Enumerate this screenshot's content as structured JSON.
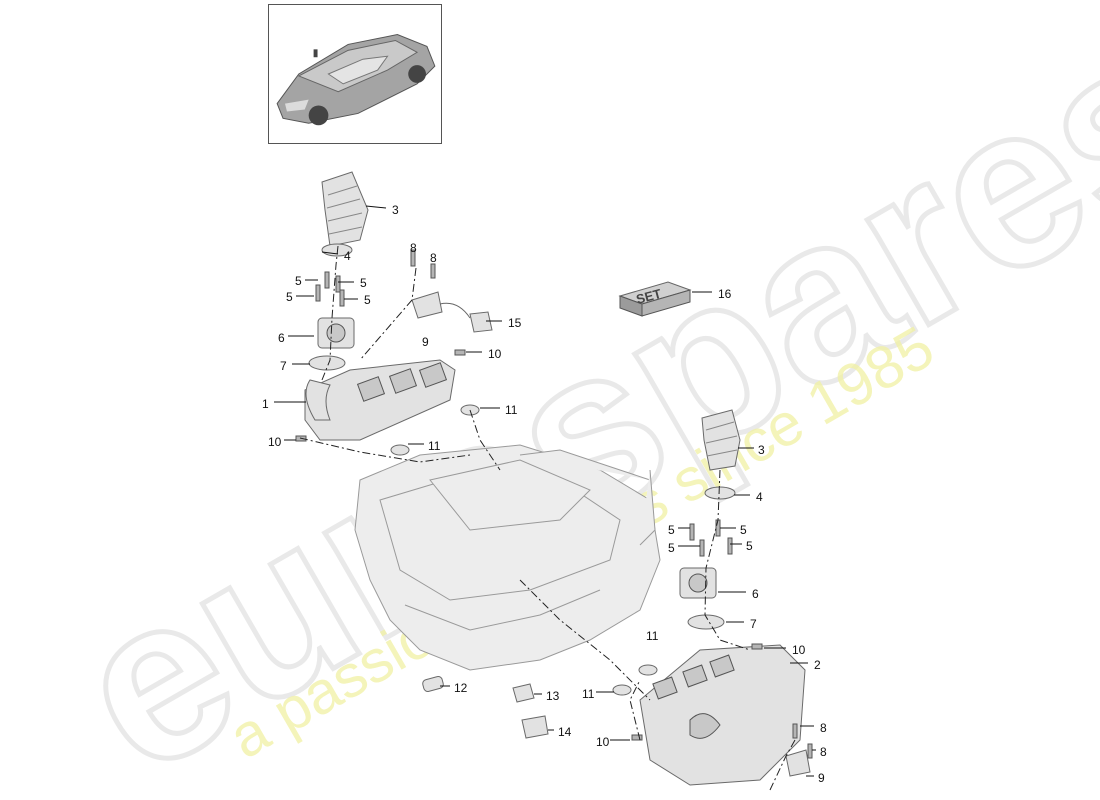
{
  "watermark": {
    "brand": "eurospares",
    "tagline": "a passion for parts since 1985",
    "brand_color": "#e9e9e9",
    "tagline_color": "#f1f1a3"
  },
  "thumbnail": {
    "icon": "car-icon"
  },
  "set_badge": {
    "label": "SET"
  },
  "callouts": [
    {
      "label": "3"
    },
    {
      "label": "4"
    },
    {
      "label": "5"
    },
    {
      "label": "5"
    },
    {
      "label": "5"
    },
    {
      "label": "5"
    },
    {
      "label": "6"
    },
    {
      "label": "7"
    },
    {
      "label": "1"
    },
    {
      "label": "10"
    },
    {
      "label": "8"
    },
    {
      "label": "8"
    },
    {
      "label": "9"
    },
    {
      "label": "15"
    },
    {
      "label": "10"
    },
    {
      "label": "11"
    },
    {
      "label": "11"
    },
    {
      "label": "16"
    },
    {
      "label": "3"
    },
    {
      "label": "4"
    },
    {
      "label": "5"
    },
    {
      "label": "5"
    },
    {
      "label": "5"
    },
    {
      "label": "5"
    },
    {
      "label": "6"
    },
    {
      "label": "7"
    },
    {
      "label": "10"
    },
    {
      "label": "2"
    },
    {
      "label": "11"
    },
    {
      "label": "11"
    },
    {
      "label": "12"
    },
    {
      "label": "13"
    },
    {
      "label": "14"
    },
    {
      "label": "10"
    },
    {
      "label": "8"
    },
    {
      "label": "8"
    },
    {
      "label": "9"
    }
  ]
}
